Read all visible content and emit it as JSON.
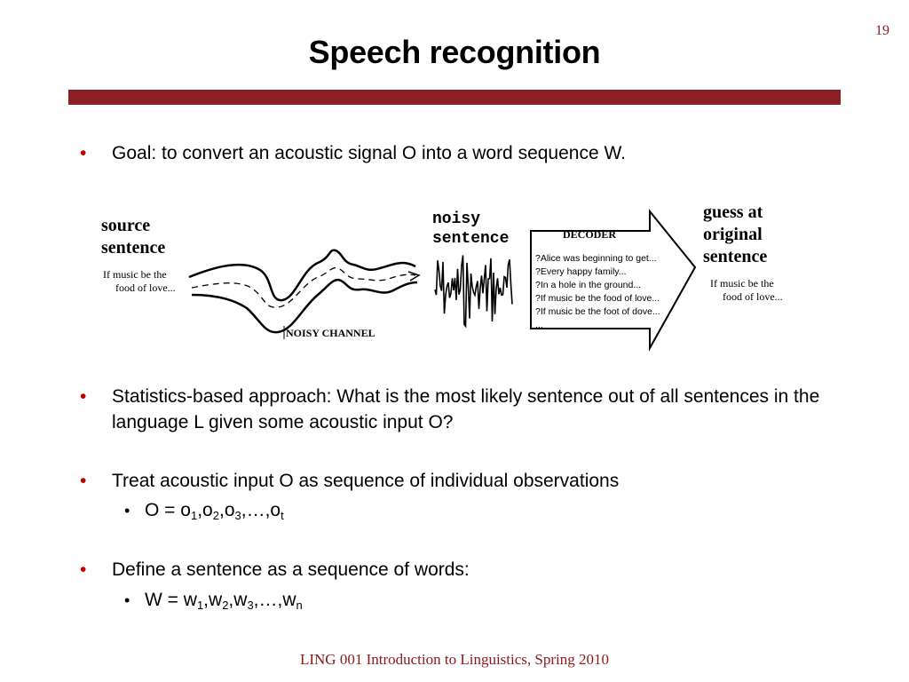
{
  "slide": {
    "page_number": "19",
    "title": "Speech recognition",
    "footer": "LING 001 Introduction to Linguistics, Spring 2010",
    "accent_color": "#8b1f24",
    "bullet_color": "#c00000"
  },
  "bullets": {
    "goal": "Goal: to convert an acoustic signal O into a word sequence W.",
    "statistics": "Statistics-based approach: What is the most likely sentence out of all sentences in the language L given some acoustic input O?",
    "treat": "Treat acoustic input O as sequence of individual observations",
    "treat_sub": {
      "lhs": "O = ",
      "terms": [
        "o",
        "o",
        "o",
        "o"
      ],
      "subscripts": [
        "1",
        "2",
        "3",
        "t"
      ],
      "sep": ",",
      "ellipsis": "…"
    },
    "define": "Define a sentence as a sequence of words:",
    "define_sub": {
      "lhs": "W = ",
      "terms": [
        "w",
        "w",
        "w",
        "w"
      ],
      "subscripts": [
        "1",
        "2",
        "3",
        "n"
      ],
      "sep": ",",
      "ellipsis": "…"
    }
  },
  "diagram": {
    "source_label": [
      "source",
      "sentence"
    ],
    "source_text": [
      "If music be the",
      "food of love..."
    ],
    "channel_label": "NOISY CHANNEL",
    "noisy_label": [
      "noisy",
      "sentence"
    ],
    "decoder_label": "DECODER",
    "decoder_guesses": [
      "?Alice was beginning to get...",
      "?Every happy family...",
      "?In a hole in the ground...",
      "?If music be the food of love...",
      "?If music be the foot of dove...",
      "..."
    ],
    "guess_label": [
      "guess at",
      "original",
      "sentence"
    ],
    "guess_text": [
      "If music be the",
      "food of love..."
    ]
  }
}
